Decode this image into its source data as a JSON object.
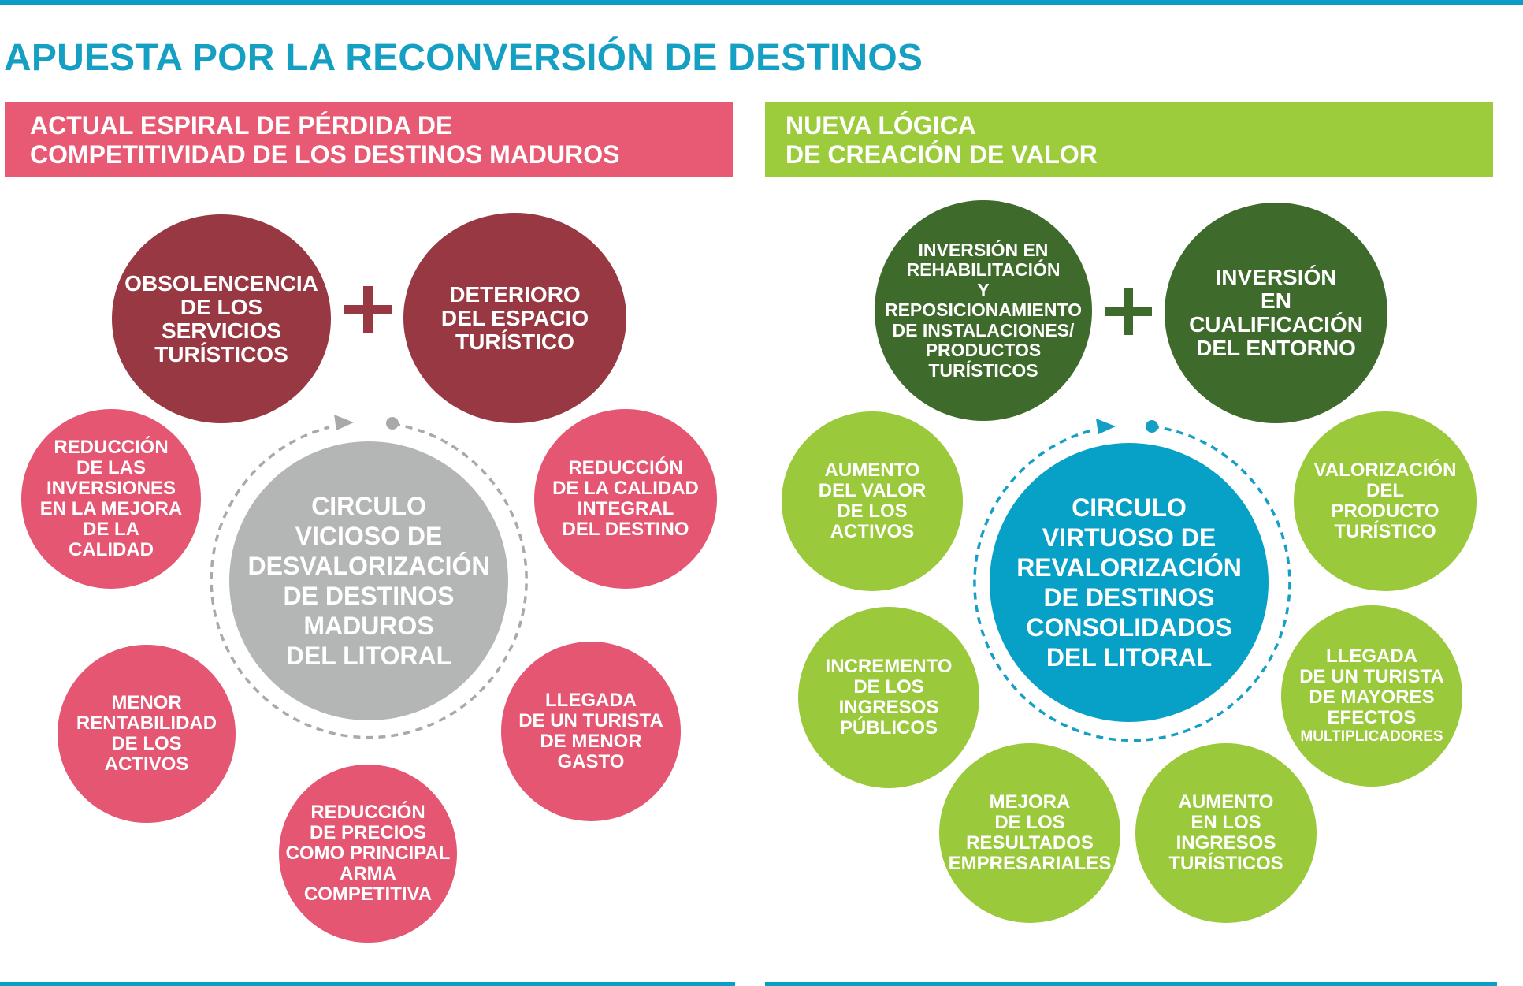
{
  "title": "APUESTA POR LA RECONVERSIÓN DE DESTINOS",
  "left": {
    "banner": "ACTUAL ESPIRAL DE PÉRDIDA DE\nCOMPETITIVIDAD DE LOS DESTINOS MADUROS",
    "top_circles": [
      "OBSOLENCENCIA\nDE LOS\nSERVICIOS\nTURÍSTICOS",
      "DETERIORO\nDEL ESPACIO\nTURÍSTICO"
    ],
    "center": "CIRCULO\nVICIOSO DE\nDESVALORIZACIÓN\nDE  DESTINOS\nMADUROS\nDEL LITORAL",
    "satellites": [
      "REDUCCIÓN\nDE LAS\nINVERSIONES\nEN LA MEJORA\nDE LA\nCALIDAD",
      "REDUCCIÓN\nDE LA CALIDAD\nINTEGRAL\nDEL DESTINO",
      "MENOR\nRENTABILIDAD\nDE LOS\nACTIVOS",
      "LLEGADA\nDE UN TURISTA\nDE MENOR\nGASTO",
      "REDUCCIÓN\nDE PRECIOS\nCOMO PRINCIPAL\nARMA\nCOMPETITIVA"
    ]
  },
  "right": {
    "banner": "NUEVA LÓGICA\nDE CREACIÓN DE VALOR",
    "top_circles": [
      "INVERSIÓN EN\nREHABILITACIÓN\nY\nREPOSICIONAMIENTO\nDE INSTALACIONES/\nPRODUCTOS\nTURÍSTICOS",
      "INVERSIÓN\nEN\nCUALIFICACIÓN\nDEL ENTORNO"
    ],
    "center": "CIRCULO\nVIRTUOSO DE\nREVALORIZACIÓN\nDE DESTINOS\nCONSOLIDADOS\nDEL LITORAL",
    "satellites": [
      "AUMENTO\nDEL VALOR\nDE LOS\nACTIVOS",
      "VALORIZACIÓN\nDEL\nPRODUCTO\nTURÍSTICO",
      "INCREMENTO\nDE LOS\nINGRESOS\nPÚBLICOS",
      "LLEGADA\nDE UN TURISTA\nDE MAYORES\nEFECTOS",
      "MULTIPLICADORES",
      "MEJORA\nDE LOS\nRESULTADOS\nEMPRESARIALES",
      "AUMENTO\nEN LOS\nINGRESOS\nTURÍSTICOS"
    ]
  },
  "colors": {
    "accent_blue": "#0a9ec7",
    "pink": "#e55672",
    "maroon": "#983842",
    "grey": "#b4b5b5",
    "dark_green": "#3e6b2c",
    "light_green": "#9ac93b",
    "blue": "#07a0c6"
  },
  "icons": [
    "plus-icon",
    "arrow-head-icon",
    "start-dot-icon"
  ]
}
